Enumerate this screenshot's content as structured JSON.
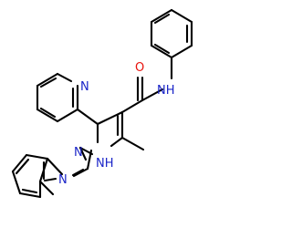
{
  "image": {
    "type": "chemical-structure",
    "colors": {
      "bond": "#000000",
      "nitrogen": "#1a24c8",
      "oxygen": "#e8120c",
      "background": "#ffffff"
    }
  },
  "atoms": {
    "n_pyridine": "N",
    "o_carbonyl": "O",
    "nh_amide": "NH",
    "n_ring_fused": "N",
    "n_imidazole": "N",
    "nh_ring": "NH"
  }
}
